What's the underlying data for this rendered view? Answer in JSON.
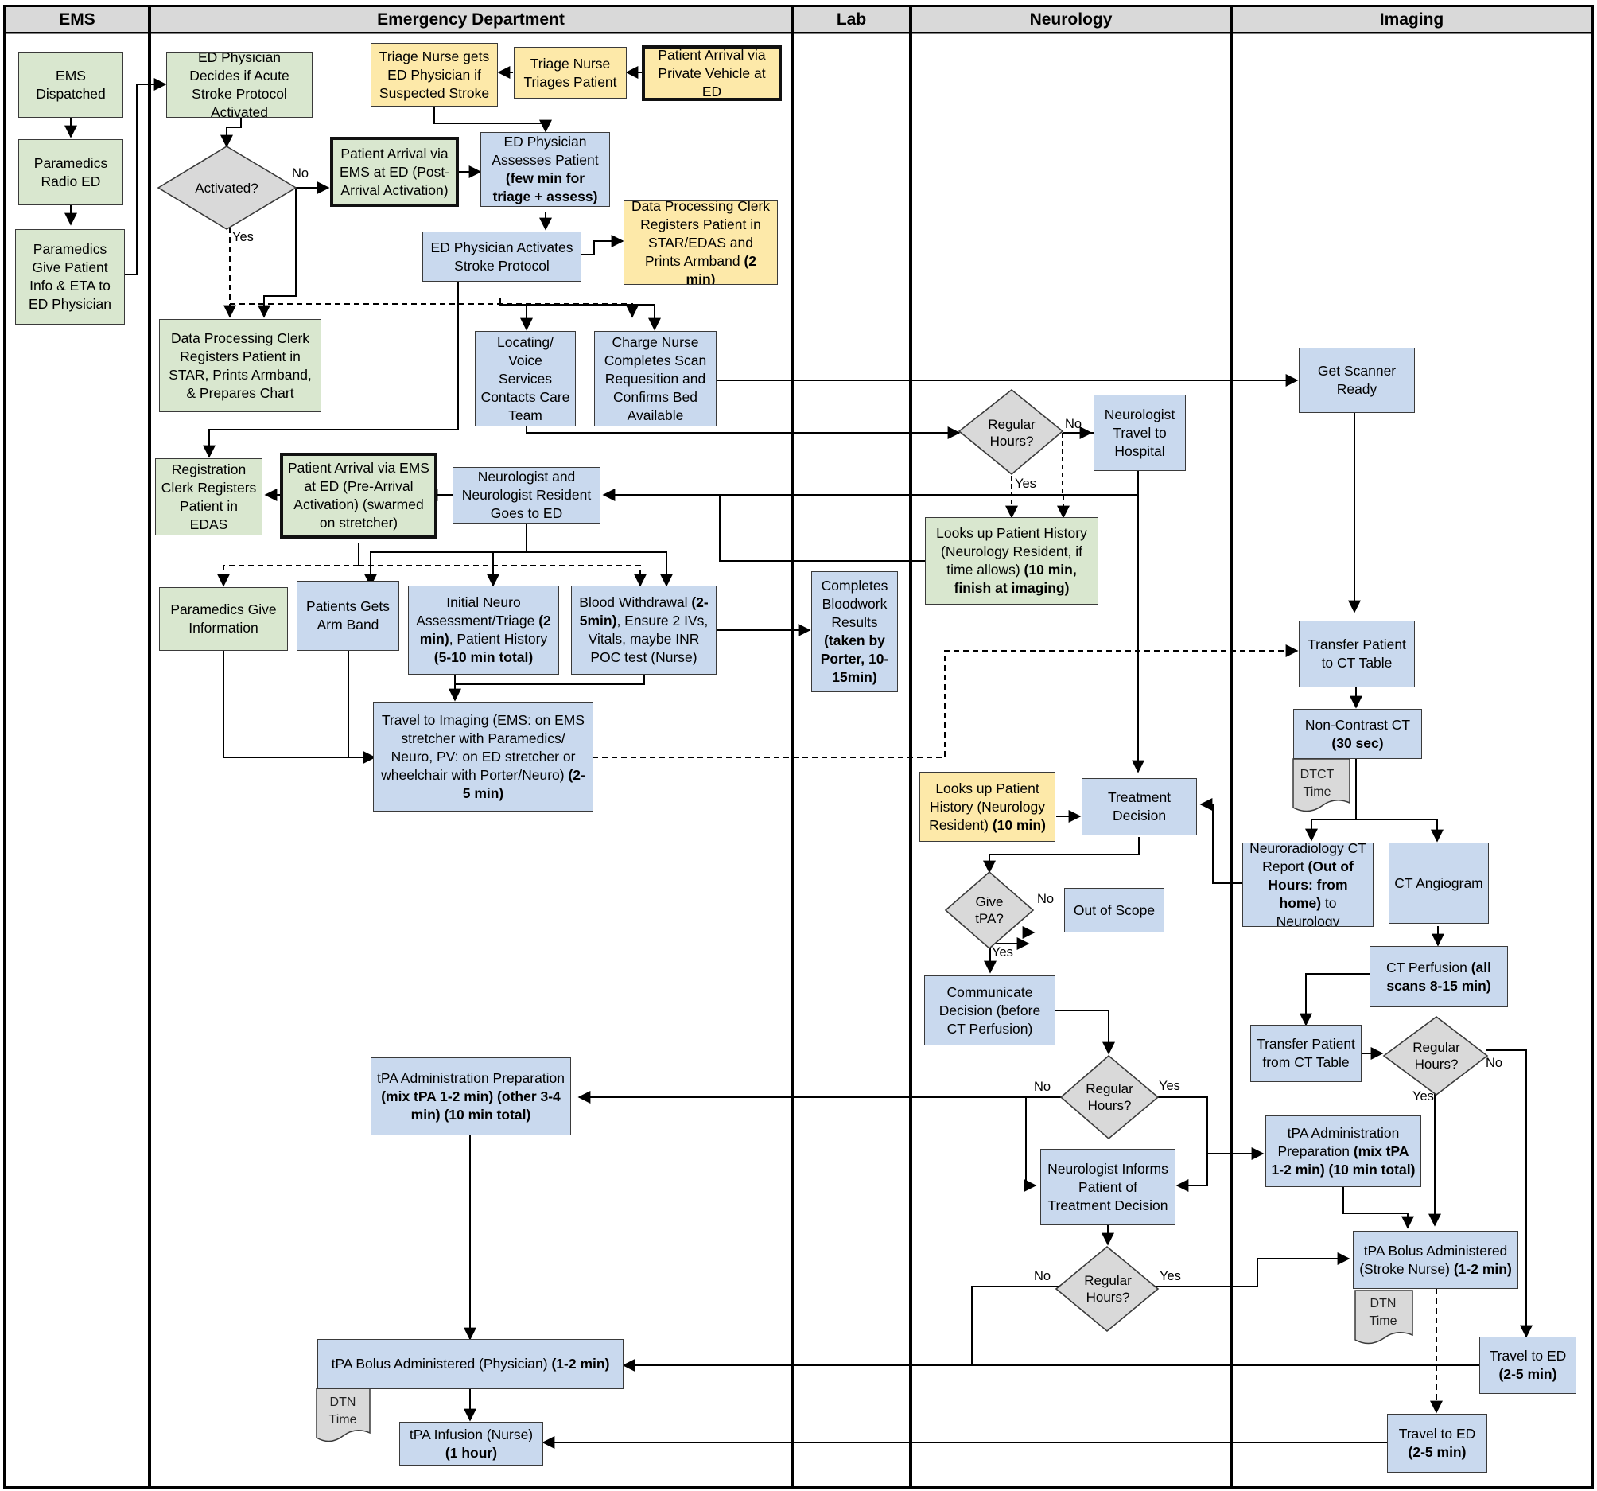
{
  "lanes": [
    "EMS",
    "Emergency Department",
    "Lab",
    "Neurology",
    "Imaging"
  ],
  "nodes": {
    "n1": [
      "EMS Dispatched"
    ],
    "n2": [
      "Paramedics Radio ED"
    ],
    "n3": [
      "Paramedics Give Patient Info & ETA to ED Physician"
    ],
    "n4": [
      "ED Physician Decides if Acute Stroke Protocol Activated"
    ],
    "n5": [
      "Triage Nurse gets ED Physician if Suspected Stroke"
    ],
    "n6": [
      "Triage Nurse Triages Patient"
    ],
    "n7": [
      "Patient Arrival via Private Vehicle at ED"
    ],
    "n8": [
      "Patient Arrival via EMS at ED (Post-Arrival Activation)"
    ],
    "n9": [
      "ED Physician Assesses Patient ",
      "(few min for triage + assess)"
    ],
    "n10": [
      "ED Physician Activates Stroke Protocol"
    ],
    "n11": [
      "Data Processing Clerk Registers Patient in STAR/EDAS and Prints Armband ",
      "(2 min)"
    ],
    "n12": [
      "Data Processing Clerk Registers Patient in STAR, Prints Armband, & Prepares Chart"
    ],
    "n13": [
      "Locating/ Voice Services Contacts Care Team"
    ],
    "n14": [
      "Charge Nurse Completes Scan Requesition and Confirms Bed Available"
    ],
    "n15": [
      "Get Scanner Ready"
    ],
    "n16": [
      "Neurologist Travel to Hospital"
    ],
    "n17": [
      "Registration Clerk Registers Patient in EDAS"
    ],
    "n18": [
      "Patient Arrival via EMS at ED (Pre-Arrival Activation) (swarmed on stretcher)"
    ],
    "n19": [
      "Neurologist and Neurologist Resident Goes to ED"
    ],
    "n20": [
      "Looks up Patient History (Neurology Resident, if time allows) ",
      "(10 min, finish at imaging)"
    ],
    "n21": [
      "Paramedics Give Information"
    ],
    "n22": [
      "Patients Gets Arm Band"
    ],
    "n23": [
      "Initial Neuro Assessment/Triage ",
      "(2 min)",
      ", Patient History ",
      "(5-10 min total)"
    ],
    "n24": [
      "Blood Withdrawal ",
      "(2-5min)",
      ", Ensure 2 IVs, Vitals, maybe INR POC test (Nurse)"
    ],
    "n25": [
      "Completes Bloodwork Results ",
      "(taken by Porter, 10-15min)"
    ],
    "n26": [
      "Transfer Patient to CT Table"
    ],
    "n27": [
      "Travel to Imaging (EMS: on EMS stretcher with Paramedics/ Neuro, PV: on ED stretcher or wheelchair with Porter/Neuro) ",
      "(2-5 min)"
    ],
    "n28": [
      "Non-Contrast CT ",
      "(30 sec)"
    ],
    "n29": [
      "Looks up Patient History (Neurology Resident) ",
      "(10 min)"
    ],
    "n30": [
      "Treatment Decision"
    ],
    "n31": [
      "Neuroradiology CT Report ",
      "(Out of Hours: from home)",
      " to Neurology"
    ],
    "n32": [
      "CT Angiogram"
    ],
    "n33": [
      "Out of Scope"
    ],
    "n34": [
      "CT Perfusion ",
      "(all scans 8-15 min)"
    ],
    "n35": [
      "Communicate Decision (before CT Perfusion)"
    ],
    "n36": [
      "Transfer Patient from CT Table"
    ],
    "n37": [
      "tPA Administration Preparation ",
      "(mix tPA 1-2 min) (other 3-4 min) (10 min total)"
    ],
    "n38": [
      "tPA Administration Preparation ",
      "(mix tPA 1-2 min) (10 min total)"
    ],
    "n39": [
      "Neurologist Informs Patient of Treatment Decision"
    ],
    "n40": [
      "tPA Bolus Administered (Stroke Nurse) ",
      "(1-2 min)"
    ],
    "n41": [
      "Travel to ED ",
      "(2-5 min)"
    ],
    "n42": [
      "tPA Bolus Administered (Physician) ",
      "(1-2 min)"
    ],
    "n43": [
      "tPA Infusion (Nurse) ",
      "(1 hour)"
    ],
    "n44": [
      "Travel to ED ",
      "(2-5 min)"
    ]
  },
  "decisions": {
    "d1": "Activated?",
    "d2": "Regular Hours?",
    "d3": "Give tPA?",
    "d4": "Regular Hours?",
    "d5": "Regular Hours?",
    "d6": "Regular Hours?"
  },
  "documents": {
    "doc1": "DTCT Time",
    "doc2": "DTN Time",
    "doc3": "DTN Time"
  },
  "edge_labels": {
    "e1": "No",
    "e2": "Yes",
    "e3": "No",
    "e4": "Yes",
    "e5": "No",
    "e6": "Yes",
    "e7": "No",
    "e8": "Yes",
    "e9": "No",
    "e10": "Yes",
    "e11": "No",
    "e12": "Yes"
  },
  "colors": {
    "green": "#d9e7cf",
    "blue": "#c9d9ee",
    "yellow": "#fde9a9",
    "decision": "#d9d9d9",
    "lane_header": "#d9d9d9",
    "line": "#000000"
  }
}
